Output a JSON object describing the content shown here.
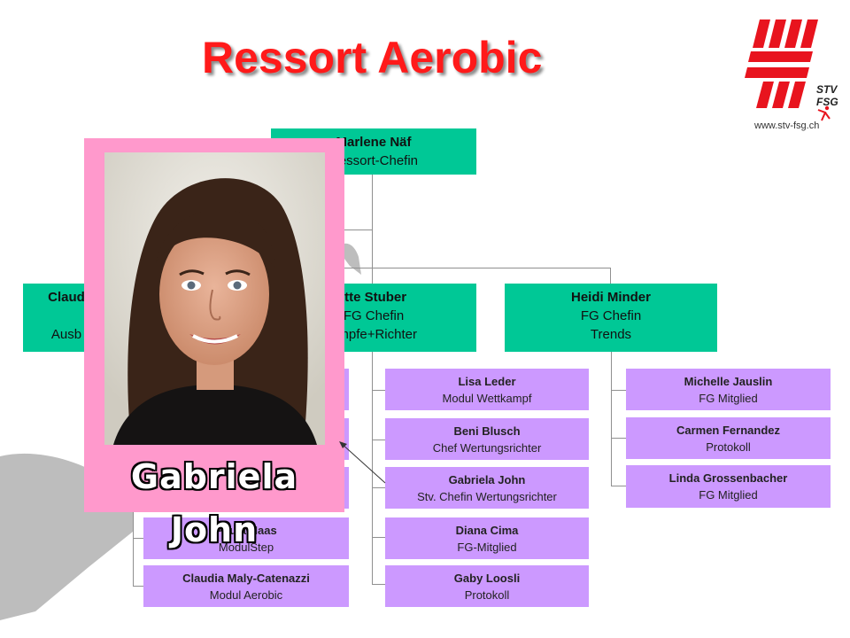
{
  "title": "Ressort Aerobic",
  "logo": {
    "line1": "STV",
    "line2": "FSG",
    "url": "www.stv-fsg.ch",
    "color": "#e8141e"
  },
  "head": {
    "name": "Marlene Näf",
    "role": "Ressort-Chefin"
  },
  "leads": [
    {
      "name": "Claud",
      "role": "",
      "role2": "Ausb"
    },
    {
      "name": "itte Stuber",
      "role": "FG Chefin",
      "role2": "ampfe+Richter"
    },
    {
      "name": "Heidi Minder",
      "role": "FG Chefin",
      "role2": "Trends"
    }
  ],
  "col1": [
    {
      "name": "Paula Haas",
      "role": "ModulStep"
    },
    {
      "name": "Claudia Maly-Catenazzi",
      "role": "Modul Aerobic"
    }
  ],
  "col2": [
    {
      "name": "Lisa Leder",
      "role": "Modul Wettkampf"
    },
    {
      "name": "Beni Blusch",
      "role": "Chef Wertungsrichter"
    },
    {
      "name": "Gabriela John",
      "role": "Stv. Chefin Wertungsrichter"
    },
    {
      "name": "Diana Cima",
      "role": "FG-Mitglied"
    },
    {
      "name": "Gaby Loosli",
      "role": "Protokoll"
    }
  ],
  "col3": [
    {
      "name": "Michelle Jauslin",
      "role": "FG Mitglied"
    },
    {
      "name": "Carmen Fernandez",
      "role": "Protokoll"
    },
    {
      "name": "Linda Grossenbacher",
      "role": "FG Mitglied"
    }
  ],
  "photo_caption": "Gabriela John",
  "colors": {
    "title": "#ff1a1a",
    "green": "#00c896",
    "purple": "#cc99ff",
    "frame": "#ff99cc"
  }
}
